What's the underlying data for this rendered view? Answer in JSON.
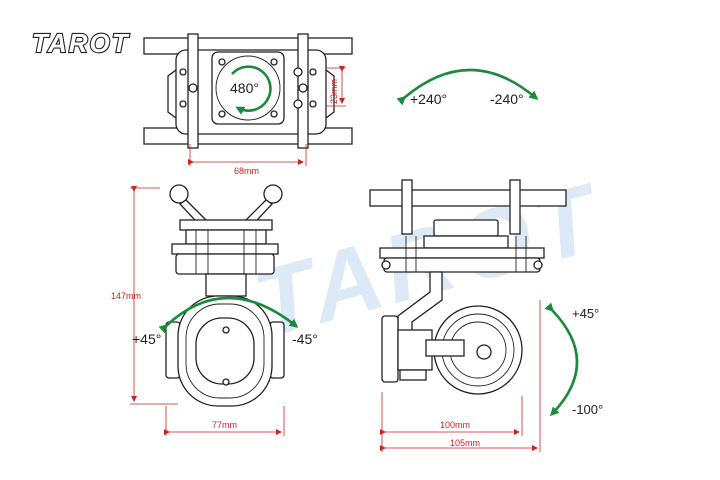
{
  "brand": {
    "logo_text": "TAROT",
    "watermark_text": "TAROT"
  },
  "colors": {
    "dimension": "#cc2222",
    "rotation_arrow": "#1a8a3c",
    "watermark": "#dce9f6",
    "outline": "#222222"
  },
  "top_view": {
    "rotation_label": "480°",
    "width_dim": "68mm",
    "height_dim": "23mm"
  },
  "pan_range": {
    "plus_label": "+240°",
    "minus_label": "-240°"
  },
  "front_view": {
    "height_dim": "147mm",
    "width_dim": "77mm",
    "roll_plus_label": "+45°",
    "roll_minus_label": "-45°"
  },
  "side_view": {
    "tilt_plus_label": "+45°",
    "tilt_minus_label": "-100°",
    "width_dim_inner": "100mm",
    "width_dim_outer": "105mm"
  }
}
